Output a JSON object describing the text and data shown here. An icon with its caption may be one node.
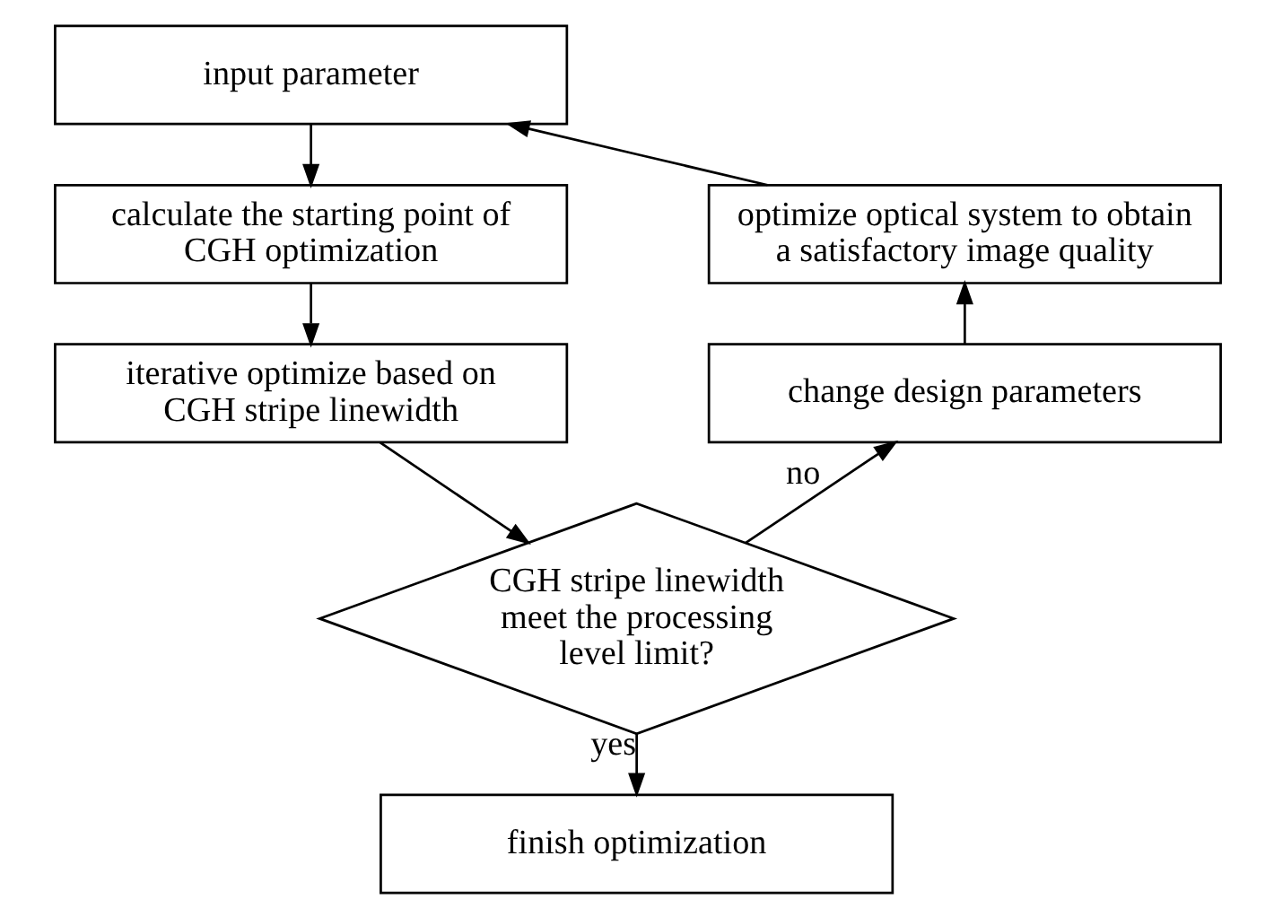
{
  "diagram": {
    "nodes": [
      {
        "text": [
          "input parameter"
        ]
      },
      {
        "text": [
          "calculate the starting point of CGH optimization"
        ]
      },
      {
        "text": [
          "iterative optimize based on CGH stripe linewidth"
        ]
      },
      {
        "text": [
          "CGH stripe linewidth meet the processing level limit?"
        ]
      },
      {
        "text": [
          "finish optimization"
        ]
      },
      {
        "text": [
          "optimize optical system to obtain a satisfactory image quality"
        ]
      },
      {
        "text": [
          "change design parameters"
        ]
      }
    ],
    "edges": [
      {
        "from": 0,
        "to": 1,
        "arrow": "to"
      },
      {
        "from": 1,
        "to": 2,
        "arrow": "to"
      },
      {
        "from": 2,
        "to": 3,
        "arrow": "to"
      },
      {
        "from": 3,
        "to": 4,
        "arrow": "to",
        "label": "yes"
      },
      {
        "from": 3,
        "to": 6,
        "arrow": "to",
        "label": "no"
      },
      {
        "from": 6,
        "to": 5,
        "arrow": "to"
      },
      {
        "from": 5,
        "to": 0,
        "arrow": "to"
      }
    ]
  }
}
